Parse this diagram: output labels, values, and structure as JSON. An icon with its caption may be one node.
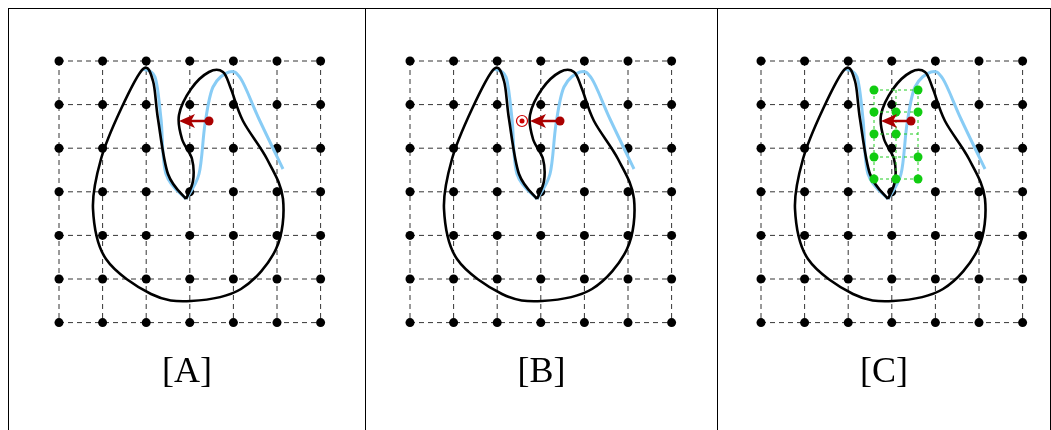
{
  "diagram": {
    "nodes": [
      {
        "text": [
          "[A]"
        ]
      },
      {
        "text": [
          "[B]"
        ]
      },
      {
        "text": [
          "[C]"
        ]
      }
    ]
  }
}
